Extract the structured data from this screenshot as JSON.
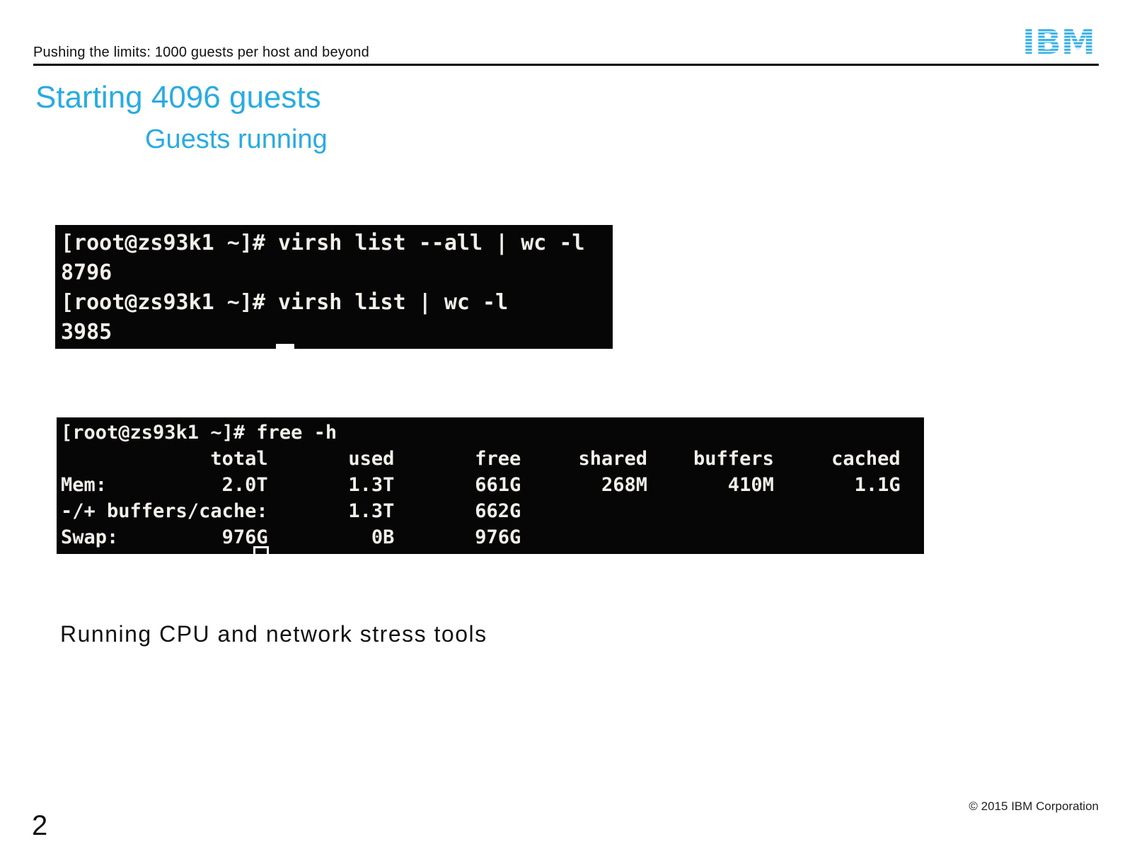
{
  "header": {
    "title": "Pushing the limits: 1000 guests per host and beyond"
  },
  "logo": {
    "text": "IBM"
  },
  "title": "Starting 4096 guests",
  "subtitle": "Guests running",
  "terminal1": {
    "lines": [
      "[root@zs93k1 ~]# virsh list --all | wc -l",
      "8796",
      "[root@zs93k1 ~]# virsh list | wc -l",
      "3985"
    ]
  },
  "terminal2": {
    "lines": [
      "[root@zs93k1 ~]# free -h",
      "             total       used       free     shared    buffers     cached",
      "Mem:          2.0T       1.3T       661G       268M       410M       1.1G",
      "-/+ buffers/cache:       1.3T       662G",
      "Swap:         976G         0B       976G"
    ]
  },
  "body_text": "Running CPU and network stress tools",
  "footer": {
    "page_number": "2",
    "copyright": "© 2015 IBM Corporation"
  },
  "colors": {
    "accent": "#29ABE2",
    "logo": "#3AB1E6",
    "terminal_bg": "#060606",
    "terminal_fg": "#F2EFE9"
  }
}
